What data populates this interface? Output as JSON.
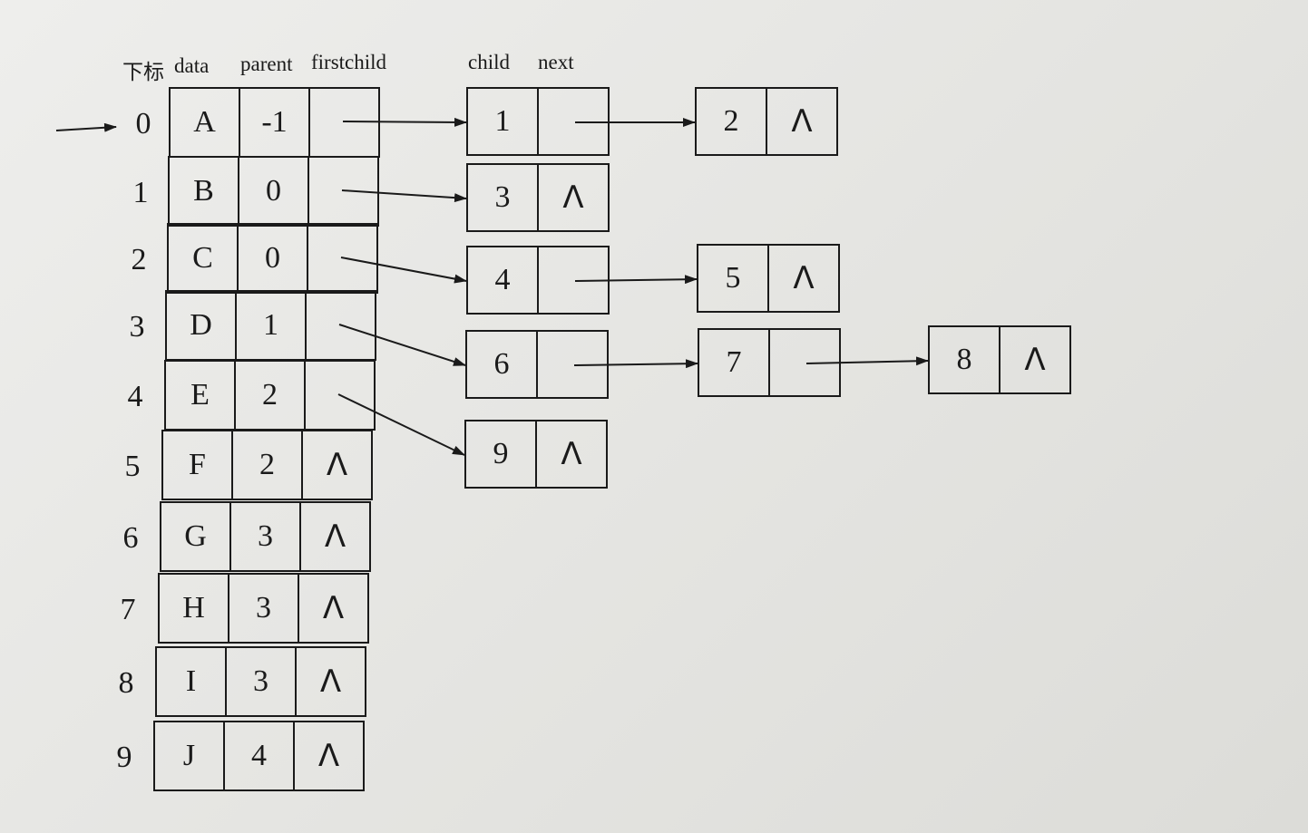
{
  "headers": {
    "index": "下标",
    "data": "data",
    "parent": "parent",
    "firstchild": "firstchild",
    "child": "child",
    "next": "next"
  },
  "null_symbol": "Λ",
  "table": [
    {
      "index": "0",
      "data": "A",
      "parent": "-1",
      "firstchild": ""
    },
    {
      "index": "1",
      "data": "B",
      "parent": "0",
      "firstchild": ""
    },
    {
      "index": "2",
      "data": "C",
      "parent": "0",
      "firstchild": ""
    },
    {
      "index": "3",
      "data": "D",
      "parent": "1",
      "firstchild": ""
    },
    {
      "index": "4",
      "data": "E",
      "parent": "2",
      "firstchild": ""
    },
    {
      "index": "5",
      "data": "F",
      "parent": "2",
      "firstchild": "Λ"
    },
    {
      "index": "6",
      "data": "G",
      "parent": "3",
      "firstchild": "Λ"
    },
    {
      "index": "7",
      "data": "H",
      "parent": "3",
      "firstchild": "Λ"
    },
    {
      "index": "8",
      "data": "I",
      "parent": "3",
      "firstchild": "Λ"
    },
    {
      "index": "9",
      "data": "J",
      "parent": "4",
      "firstchild": "Λ"
    }
  ],
  "child_lists": [
    {
      "owner": "0",
      "nodes": [
        {
          "child": "1",
          "next": ""
        },
        {
          "child": "2",
          "next": "Λ"
        }
      ]
    },
    {
      "owner": "1",
      "nodes": [
        {
          "child": "3",
          "next": "Λ"
        }
      ]
    },
    {
      "owner": "2",
      "nodes": [
        {
          "child": "4",
          "next": ""
        },
        {
          "child": "5",
          "next": "Λ"
        }
      ]
    },
    {
      "owner": "3",
      "nodes": [
        {
          "child": "6",
          "next": ""
        },
        {
          "child": "7",
          "next": ""
        },
        {
          "child": "8",
          "next": "Λ"
        }
      ]
    },
    {
      "owner": "4",
      "nodes": [
        {
          "child": "9",
          "next": "Λ"
        }
      ]
    }
  ]
}
